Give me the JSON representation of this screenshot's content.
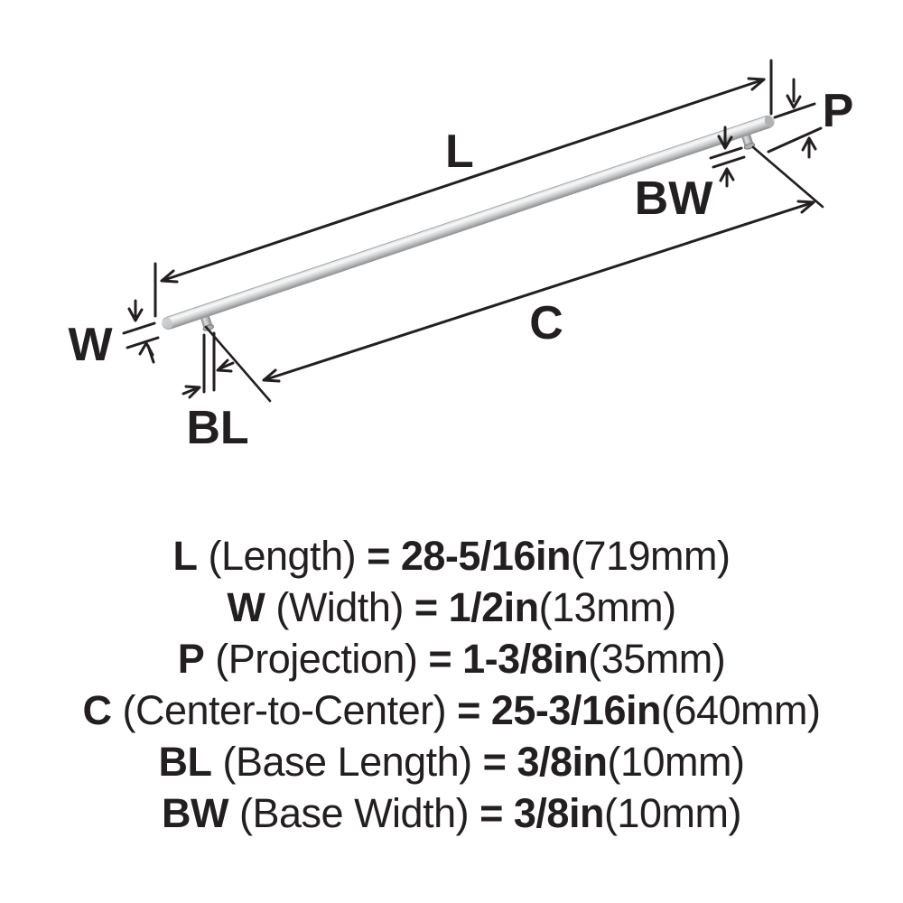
{
  "colors": {
    "ink": "#231f20",
    "background": "#ffffff",
    "bar_highlight": "#f7f8f8",
    "bar_mid": "#d9dbdc",
    "bar_shadow": "#8b8d8f"
  },
  "diagram": {
    "labels": {
      "length": "L",
      "width": "W",
      "projection": "P",
      "center_to_center": "C",
      "base_length": "BL",
      "base_width": "BW"
    }
  },
  "specs": [
    {
      "key": "L",
      "name": "(Length)",
      "eq": "=",
      "value": "28-5/16in",
      "metric": "(719mm)"
    },
    {
      "key": "W",
      "name": "(Width)",
      "eq": "=",
      "value": "1/2in",
      "metric": "(13mm)"
    },
    {
      "key": "P",
      "name": "(Projection)",
      "eq": "=",
      "value": "1-3/8in",
      "metric": "(35mm)"
    },
    {
      "key": "C",
      "name": "(Center-to-Center)",
      "eq": "=",
      "value": "25-3/16in",
      "metric": "(640mm)"
    },
    {
      "key": "BL",
      "name": "(Base Length)",
      "eq": "=",
      "value": "3/8in",
      "metric": "(10mm)"
    },
    {
      "key": "BW",
      "name": "(Base Width)",
      "eq": "=",
      "value": "3/8in",
      "metric": "(10mm)"
    }
  ]
}
